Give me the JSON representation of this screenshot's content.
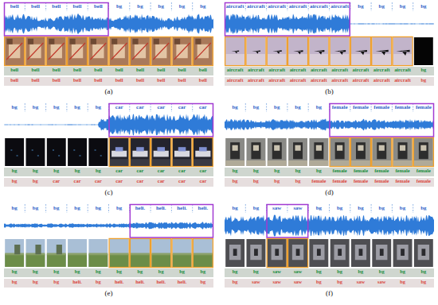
{
  "diagram": {
    "nodes": [
      {
        "text": [
          "bell",
          "bell",
          "bell",
          "bell",
          "bell",
          "bell",
          "bell",
          "bell",
          "bell",
          "bell"
        ]
      },
      {
        "text": [
          "bell",
          "bell",
          "bell",
          "bell",
          "bell",
          "bell",
          "bell",
          "bell",
          "bell",
          "bell"
        ]
      },
      {
        "text": [
          "aircraft",
          "aircraft",
          "aircraft",
          "aircraft",
          "aircraft",
          "aircraft",
          "aircraft",
          "aircraft",
          "aircraft",
          "bg"
        ]
      },
      {
        "text": [
          "aircraft",
          "aircraft",
          "aircraft",
          "aircraft",
          "aircraft",
          "aircraft",
          "aircraft",
          "aircraft",
          "aircraft",
          "bg"
        ]
      },
      {
        "text": [
          "bg",
          "bg",
          "bg",
          "bg",
          "bg",
          "car",
          "car",
          "car",
          "car",
          "car"
        ]
      },
      {
        "text": [
          "bg",
          "bg",
          "car",
          "car",
          "car",
          "car",
          "car",
          "car",
          "car",
          "car"
        ]
      },
      {
        "text": [
          "bg",
          "bg",
          "bg",
          "bg",
          "bg",
          "female",
          "female",
          "female",
          "female",
          "female"
        ]
      },
      {
        "text": [
          "bg",
          "bg",
          "bg",
          "bg",
          "female",
          "female",
          "female",
          "female",
          "female",
          "female"
        ]
      },
      {
        "text": [
          "bg",
          "bg",
          "bg",
          "bg",
          "bg",
          "bg",
          "bg",
          "bg",
          "bg",
          "bg"
        ]
      },
      {
        "text": [
          "bg",
          "bg",
          "bg",
          "heli.",
          "bg",
          "heli.",
          "heli.",
          "heli.",
          "heli.",
          "bg"
        ]
      },
      {
        "text": [
          "bg",
          "bg",
          "saw",
          "saw",
          "bg",
          "bg",
          "bg",
          "bg",
          "bg",
          "bg"
        ]
      },
      {
        "text": [
          "bg",
          "saw",
          "saw",
          "saw",
          "bg",
          "bg",
          "saw",
          "saw",
          "bg",
          "bg"
        ]
      }
    ],
    "labels": [
      "bell",
      "bell",
      "bell",
      "bell",
      "bell",
      "bg",
      "bg",
      "bg",
      "bg",
      "bg",
      "(a)",
      "aircraft",
      "aircraft",
      "aircraft",
      "aircraft",
      "aircraft",
      "aircraft",
      "bg",
      "bg",
      "bg",
      "bg",
      "(b)",
      "bg",
      "bg",
      "bg",
      "bg",
      "bg",
      "car",
      "car",
      "car",
      "car",
      "car",
      "(c)",
      "bg",
      "bg",
      "bg",
      "bg",
      "bg",
      "female",
      "female",
      "female",
      "female",
      "female",
      "(d)",
      "bg",
      "bg",
      "bg",
      "bg",
      "bg",
      "bg",
      "heli.",
      "heli.",
      "heli.",
      "heli.",
      "(e)",
      "bg",
      "bg",
      "saw",
      "saw",
      "bg",
      "bg",
      "bg",
      "bg",
      "bg",
      "bg",
      "(f)"
    ]
  }
}
